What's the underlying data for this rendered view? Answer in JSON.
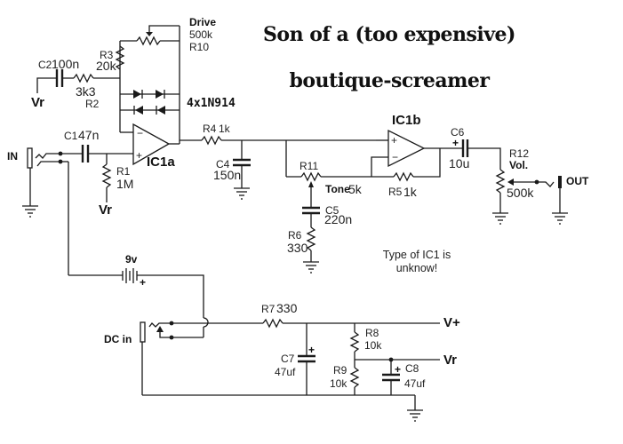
{
  "title": {
    "line1": "Son of a (too expensive)",
    "line2": "boutique-screamer"
  },
  "note": {
    "line1": "Type of IC1 is",
    "line2": "unknow!"
  },
  "components": {
    "C1": {
      "ref": "C1",
      "value": "47n"
    },
    "C2": {
      "ref": "C2",
      "value": "100n"
    },
    "C4": {
      "ref": "C4",
      "value": "150n"
    },
    "C5": {
      "ref": "C5",
      "value": "220n"
    },
    "C6": {
      "ref": "C6",
      "value": "10u",
      "polarity": "+"
    },
    "C7": {
      "ref": "C7",
      "value": "47uf"
    },
    "C8": {
      "ref": "C8",
      "value": "47uf"
    },
    "R1": {
      "ref": "R1",
      "value": "1M"
    },
    "R2": {
      "ref": "R2",
      "value": "3k3"
    },
    "R3": {
      "ref": "R3",
      "value": "20k"
    },
    "R4": {
      "ref": "R4",
      "value": "1k"
    },
    "R5": {
      "ref": "R5",
      "value": "1k"
    },
    "R6": {
      "ref": "R6",
      "value": "330"
    },
    "R7": {
      "ref": "R7",
      "value": "330"
    },
    "R8": {
      "ref": "R8",
      "value": "10k"
    },
    "R9": {
      "ref": "R9",
      "value": "10k"
    },
    "R10": {
      "ref": "R10",
      "value": "500k",
      "name": "Drive"
    },
    "R11": {
      "ref": "R11",
      "value": "5k",
      "name": "Tone"
    },
    "R12": {
      "ref": "R12",
      "value": "500k",
      "name": "Vol."
    },
    "diodes": {
      "label": "4x1N914"
    },
    "IC1a": {
      "ref": "IC1a",
      "minus": "−",
      "plus": "+"
    },
    "IC1b": {
      "ref": "IC1b",
      "minus": "−",
      "plus": "+"
    },
    "battery": {
      "label": "9v",
      "plus": "+"
    }
  },
  "nets": {
    "in": "IN",
    "out": "OUT",
    "dc_in": "DC in",
    "vplus": "V+",
    "vr": "Vr",
    "plus_sign": "+"
  }
}
